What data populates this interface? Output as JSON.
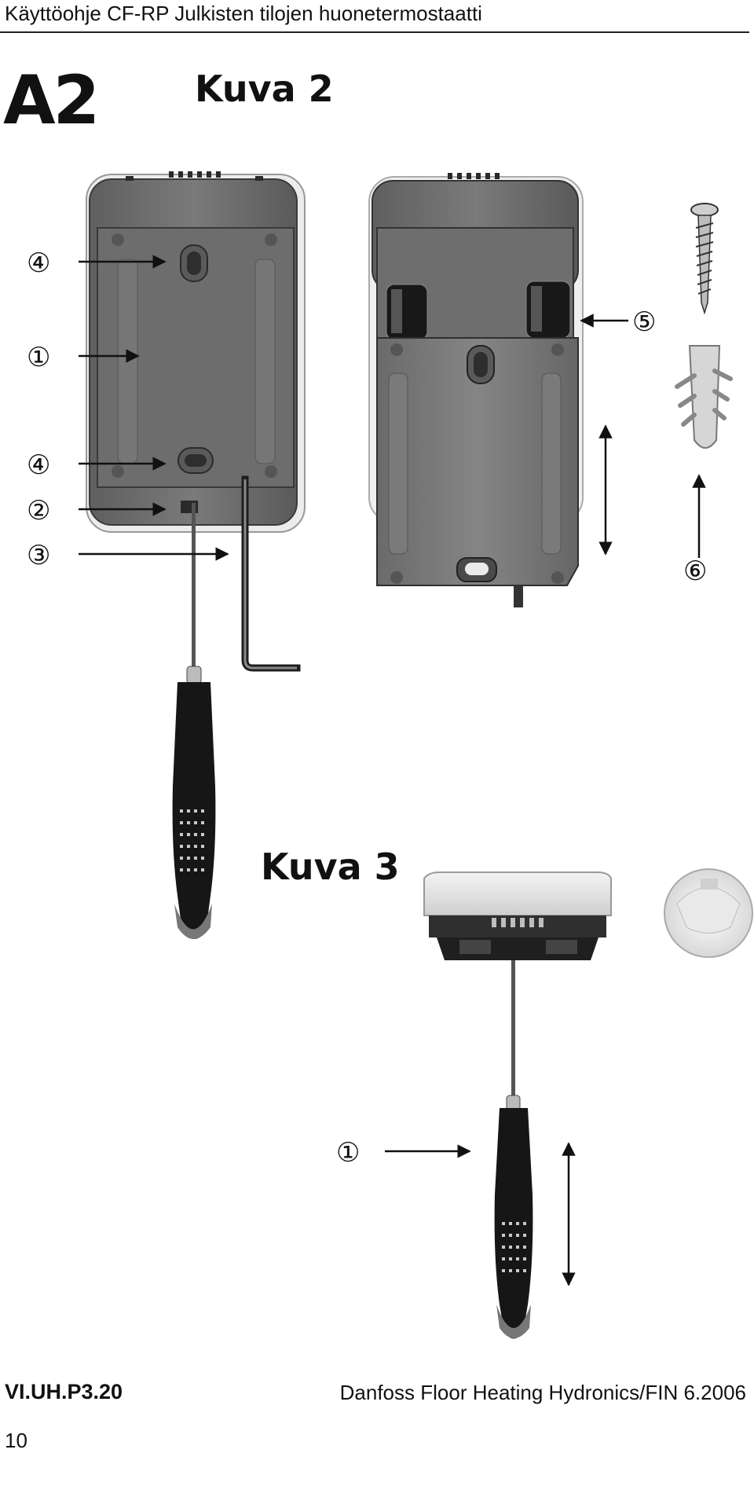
{
  "header": {
    "title": "Käyttöohje  CF-RP Julkisten tilojen huonetermostaatti"
  },
  "section": {
    "label": "A2"
  },
  "figure2": {
    "title": "Kuva 2",
    "callouts": [
      "④",
      "①",
      "④",
      "②",
      "③",
      "⑤",
      "⑥"
    ]
  },
  "figure3": {
    "title": "Kuva 3",
    "callouts": [
      "①"
    ]
  },
  "footer": {
    "code": "VI.UH.P3.20",
    "company": "Danfoss Floor Heating Hydronics/FIN 6.2006",
    "page_number": "10"
  }
}
